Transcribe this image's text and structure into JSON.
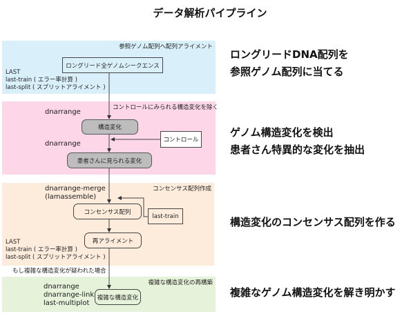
{
  "title": "データ解析パイプライン",
  "sections": [
    {
      "id": "alignment",
      "color": "#d9f0fb",
      "section_label": "参照ゲノム配列へ配列アライメント",
      "tools": [
        "LAST",
        "last-train ( エラー率計算 )",
        "last-split ( スプリットアライメント )"
      ],
      "description": [
        "ロングリードDNA配列を",
        "参照ゲノム配列に当てる"
      ]
    },
    {
      "id": "detection",
      "color": "#fdd6e8",
      "section_label": "コントロールにみられる構造変化を除く",
      "tools": [
        "dnarrange",
        "dnarrange"
      ],
      "description": [
        "ゲノム構造変化を検出",
        "患者さん特異的な変化を抽出"
      ]
    },
    {
      "id": "consensus",
      "color": "#fdecdc",
      "section_label": "コンセンサス配列作成",
      "tools_top": [
        "dnarrange-merge",
        "(lamassemble)"
      ],
      "tools_bottom": [
        "LAST",
        "last-train ( エラー率計算 )",
        "last-split ( スプリットアライメント )"
      ],
      "description": [
        "構造変化のコンセンサス配列を作る"
      ]
    },
    {
      "id": "reconstruction",
      "color": "#e6f2d9",
      "section_label": "複雑な構造変化の再構築",
      "condition": "もし複雑な構造変化が疑われた場合",
      "tools": [
        "dnarrange",
        "dnarrange-link",
        "last-multiplot"
      ],
      "description": [
        "複雑なゲノム構造変化を解き明かす"
      ]
    }
  ],
  "nodes": {
    "longread": "ロングリード全ゲノムシークエンス",
    "sv": "構造変化",
    "control": "コントロール",
    "patient_sv": "患者さんに見られる変化",
    "consensus": "コンセンサス配列",
    "lasttrain": "last-train",
    "realign": "再アライメント",
    "complex": "複雑な構造変化"
  },
  "colors": {
    "node_gray": "#bdbdbd",
    "line": "#444444"
  }
}
